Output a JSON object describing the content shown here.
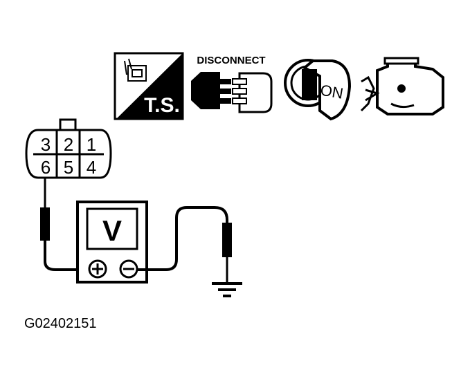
{
  "icons": {
    "test_switch_label": "T.S.",
    "disconnect_label": "DISCONNECT",
    "ignition_label": "ON"
  },
  "connector": {
    "pins_top": [
      "3",
      "2",
      "1"
    ],
    "pins_bottom": [
      "6",
      "5",
      "4"
    ]
  },
  "meter": {
    "mode_label": "V",
    "positive_symbol": "+",
    "negative_symbol": "−"
  },
  "figure_id": "G02402151",
  "colors": {
    "ink": "#000000",
    "paper": "#ffffff"
  }
}
